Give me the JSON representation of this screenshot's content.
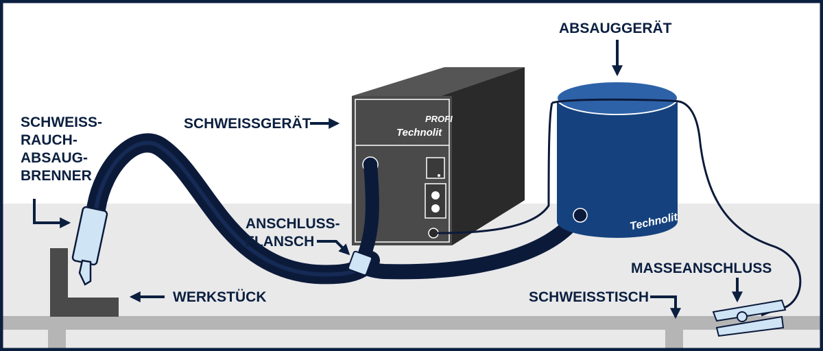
{
  "labels": {
    "torch_1": "SCHWEISS-",
    "torch_2": "RAUCH-",
    "torch_3": "ABSAUG-",
    "torch_4": "BRENNER",
    "welder": "SCHWEISSGERÄT",
    "extractor": "ABSAUGGERÄT",
    "flange_1": "ANSCHLUSS-",
    "flange_2": "FLANSCH",
    "workpiece": "WERKSTÜCK",
    "table": "SCHWEISSTISCH",
    "ground": "MASSEANSCHLUSS"
  },
  "welder_panel": {
    "model": "PROFI",
    "brand": "Technolit"
  },
  "extractor_panel": {
    "brand": "Technolit"
  },
  "colors": {
    "frame": "#0b1f3f",
    "hose": "#0c1a3a",
    "welder_body": "#4a4a4a",
    "extractor_body": "#15427e",
    "light_blue": "#cfe4f5",
    "floor": "#e9e9ea",
    "table": "#b5b5b5"
  }
}
